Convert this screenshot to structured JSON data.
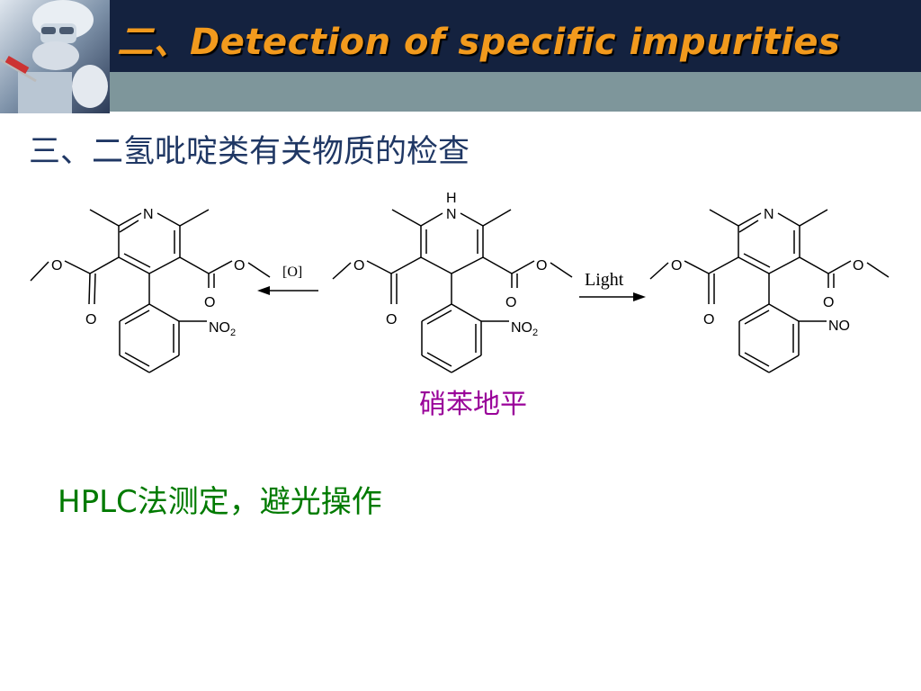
{
  "header": {
    "title": "二、Detection of specific impurities"
  },
  "section": {
    "subtitle": "三、二氢吡啶类有关物质的检查"
  },
  "scheme": {
    "left_reagent": "[O]",
    "right_reagent": "Light",
    "atoms": {
      "N": "N",
      "H": "H",
      "O": "O",
      "NO2": "NO",
      "NO2_sub": "2",
      "NO": "NO"
    }
  },
  "compound": {
    "name": "硝苯地平"
  },
  "note": {
    "text": "HPLC法测定，避光操作"
  },
  "colors": {
    "header_bg": "#14223f",
    "title": "#f29a1d",
    "subtitle": "#1f3764",
    "compound": "#990099",
    "note": "#007a00"
  }
}
